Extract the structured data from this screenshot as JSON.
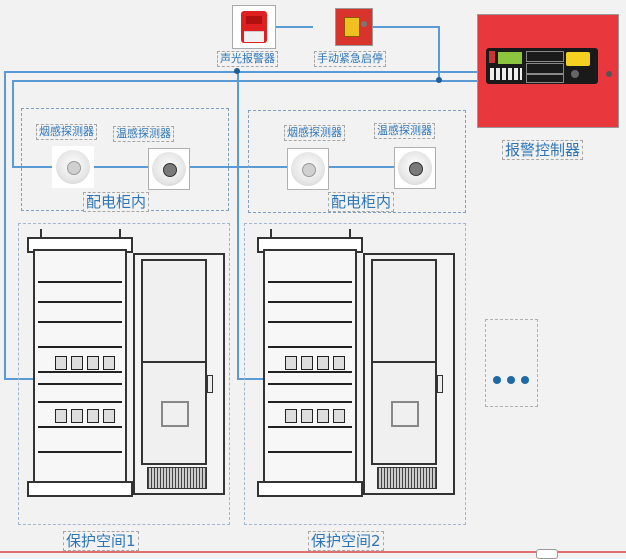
{
  "devices": {
    "alarm_sounder": {
      "label": "声光报警器",
      "icon": "strobe-alarm-icon"
    },
    "emergency_button": {
      "label": "手动紧急启停",
      "icon": "emergency-stop-button-icon"
    },
    "controller": {
      "label": "报警控制器",
      "icon": "fire-alarm-controller-icon"
    }
  },
  "zones": [
    {
      "title": "配电柜内",
      "detectors": [
        {
          "label": "烟感探测器",
          "type": "smoke",
          "icon": "smoke-detector-icon"
        },
        {
          "label": "温感探测器",
          "type": "heat",
          "icon": "heat-detector-icon"
        }
      ]
    },
    {
      "title": "配电柜内",
      "detectors": [
        {
          "label": "烟感探测器",
          "type": "smoke",
          "icon": "smoke-detector-icon"
        },
        {
          "label": "温感探测器",
          "type": "heat",
          "icon": "heat-detector-icon"
        }
      ]
    }
  ],
  "spaces": [
    {
      "label": "保护空间1",
      "icon": "power-cabinet-icon"
    },
    {
      "label": "保护空间2",
      "icon": "power-cabinet-icon"
    }
  ],
  "more": {
    "icon": "ellipsis-icon"
  },
  "colors": {
    "wire": "#5b9bd5",
    "label_text": "#2e75b6",
    "controller_red": "#e8383d",
    "junction": "#1f5f95"
  }
}
